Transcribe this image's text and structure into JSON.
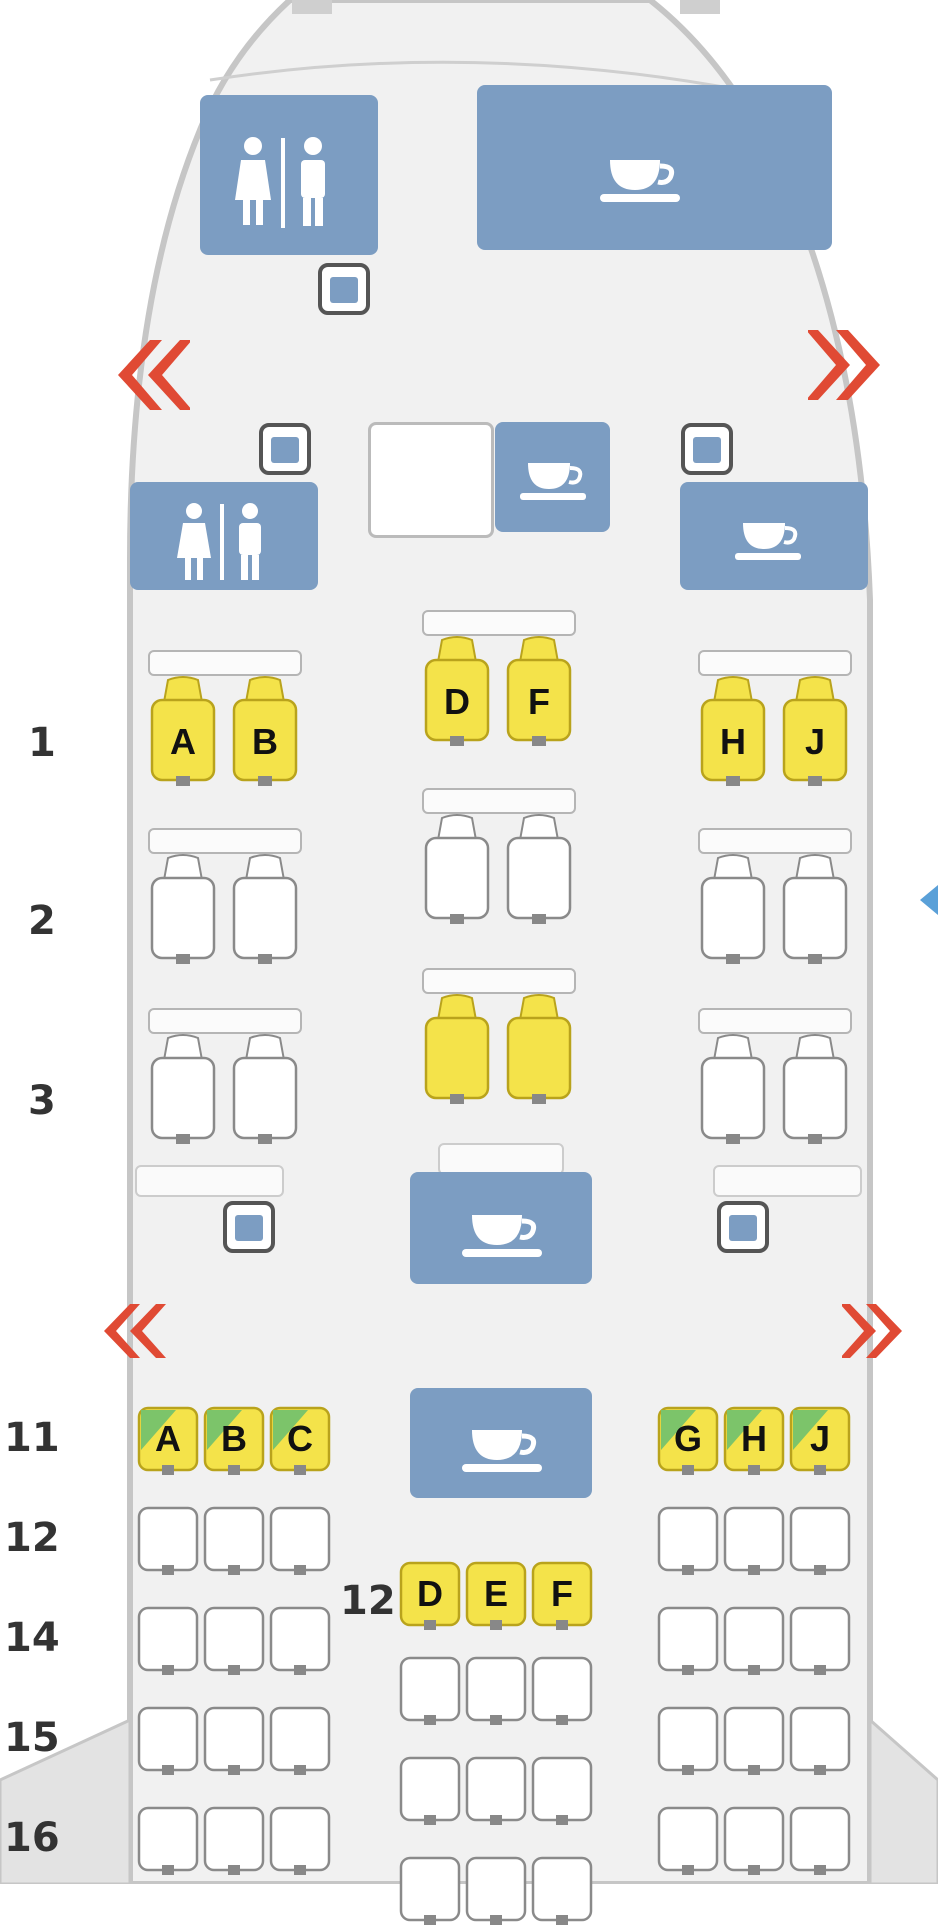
{
  "colors": {
    "fuselage": "#f1f1f1",
    "fuselage_edge": "#c6c6c6",
    "facility": "#7c9dc2",
    "exit": "#e04a34",
    "seat_selected": "#f4e34a",
    "seat_selected_edge": "#b9a31c",
    "seat_premium": "#7cc46a",
    "seat_empty": "#ffffff",
    "seat_empty_edge": "#8a8a8a"
  },
  "icons": {
    "lavatory": "lavatory-icon",
    "galley": "galley-cup-icon",
    "bin": "trash-bin-icon",
    "exit_left": "exit-left-chevron-icon",
    "exit_right": "exit-right-chevron-icon"
  },
  "rows_business": [
    {
      "label": "1",
      "left": [
        {
          "letter": "A",
          "state": "selected"
        },
        {
          "letter": "B",
          "state": "selected"
        }
      ],
      "center": [
        {
          "letter": "D",
          "state": "selected"
        },
        {
          "letter": "F",
          "state": "selected"
        }
      ],
      "right": [
        {
          "letter": "H",
          "state": "selected"
        },
        {
          "letter": "J",
          "state": "selected"
        }
      ]
    },
    {
      "label": "2",
      "left": [
        {
          "letter": "",
          "state": "empty"
        },
        {
          "letter": "",
          "state": "empty"
        }
      ],
      "center": [
        {
          "letter": "",
          "state": "empty"
        },
        {
          "letter": "",
          "state": "empty"
        }
      ],
      "right": [
        {
          "letter": "",
          "state": "empty"
        },
        {
          "letter": "",
          "state": "empty"
        }
      ]
    },
    {
      "label": "3",
      "left": [
        {
          "letter": "",
          "state": "empty"
        },
        {
          "letter": "",
          "state": "empty"
        }
      ],
      "center": [
        {
          "letter": "",
          "state": "selected"
        },
        {
          "letter": "",
          "state": "selected"
        }
      ],
      "right": [
        {
          "letter": "",
          "state": "empty"
        },
        {
          "letter": "",
          "state": "empty"
        }
      ]
    }
  ],
  "rows_economy": [
    {
      "label": "11",
      "left": [
        {
          "letter": "A",
          "state": "premium"
        },
        {
          "letter": "B",
          "state": "premium"
        },
        {
          "letter": "C",
          "state": "premium"
        }
      ],
      "center": [],
      "right": [
        {
          "letter": "G",
          "state": "premium"
        },
        {
          "letter": "H",
          "state": "premium"
        },
        {
          "letter": "J",
          "state": "premium"
        }
      ]
    },
    {
      "label": "12",
      "left": [
        {
          "letter": "",
          "state": "empty"
        },
        {
          "letter": "",
          "state": "empty"
        },
        {
          "letter": "",
          "state": "empty"
        }
      ],
      "center": [],
      "right": [
        {
          "letter": "",
          "state": "empty"
        },
        {
          "letter": "",
          "state": "empty"
        },
        {
          "letter": "",
          "state": "empty"
        }
      ]
    },
    {
      "label": "14",
      "left": [
        {
          "letter": "",
          "state": "empty"
        },
        {
          "letter": "",
          "state": "empty"
        },
        {
          "letter": "",
          "state": "empty"
        }
      ],
      "center": [],
      "right": [
        {
          "letter": "",
          "state": "empty"
        },
        {
          "letter": "",
          "state": "empty"
        },
        {
          "letter": "",
          "state": "empty"
        }
      ]
    },
    {
      "label": "15",
      "left": [
        {
          "letter": "",
          "state": "empty"
        },
        {
          "letter": "",
          "state": "empty"
        },
        {
          "letter": "",
          "state": "empty"
        }
      ],
      "center": [],
      "right": [
        {
          "letter": "",
          "state": "empty"
        },
        {
          "letter": "",
          "state": "empty"
        },
        {
          "letter": "",
          "state": "empty"
        }
      ]
    },
    {
      "label": "16",
      "left": [
        {
          "letter": "",
          "state": "empty"
        },
        {
          "letter": "",
          "state": "empty"
        },
        {
          "letter": "",
          "state": "empty"
        }
      ],
      "center": [],
      "right": [
        {
          "letter": "",
          "state": "empty"
        },
        {
          "letter": "",
          "state": "empty"
        },
        {
          "letter": "",
          "state": "empty"
        }
      ]
    }
  ],
  "center_economy": {
    "label": "12",
    "first": [
      {
        "letter": "D",
        "state": "selected"
      },
      {
        "letter": "E",
        "state": "selected"
      },
      {
        "letter": "F",
        "state": "selected"
      }
    ],
    "extra_rows": 3
  }
}
